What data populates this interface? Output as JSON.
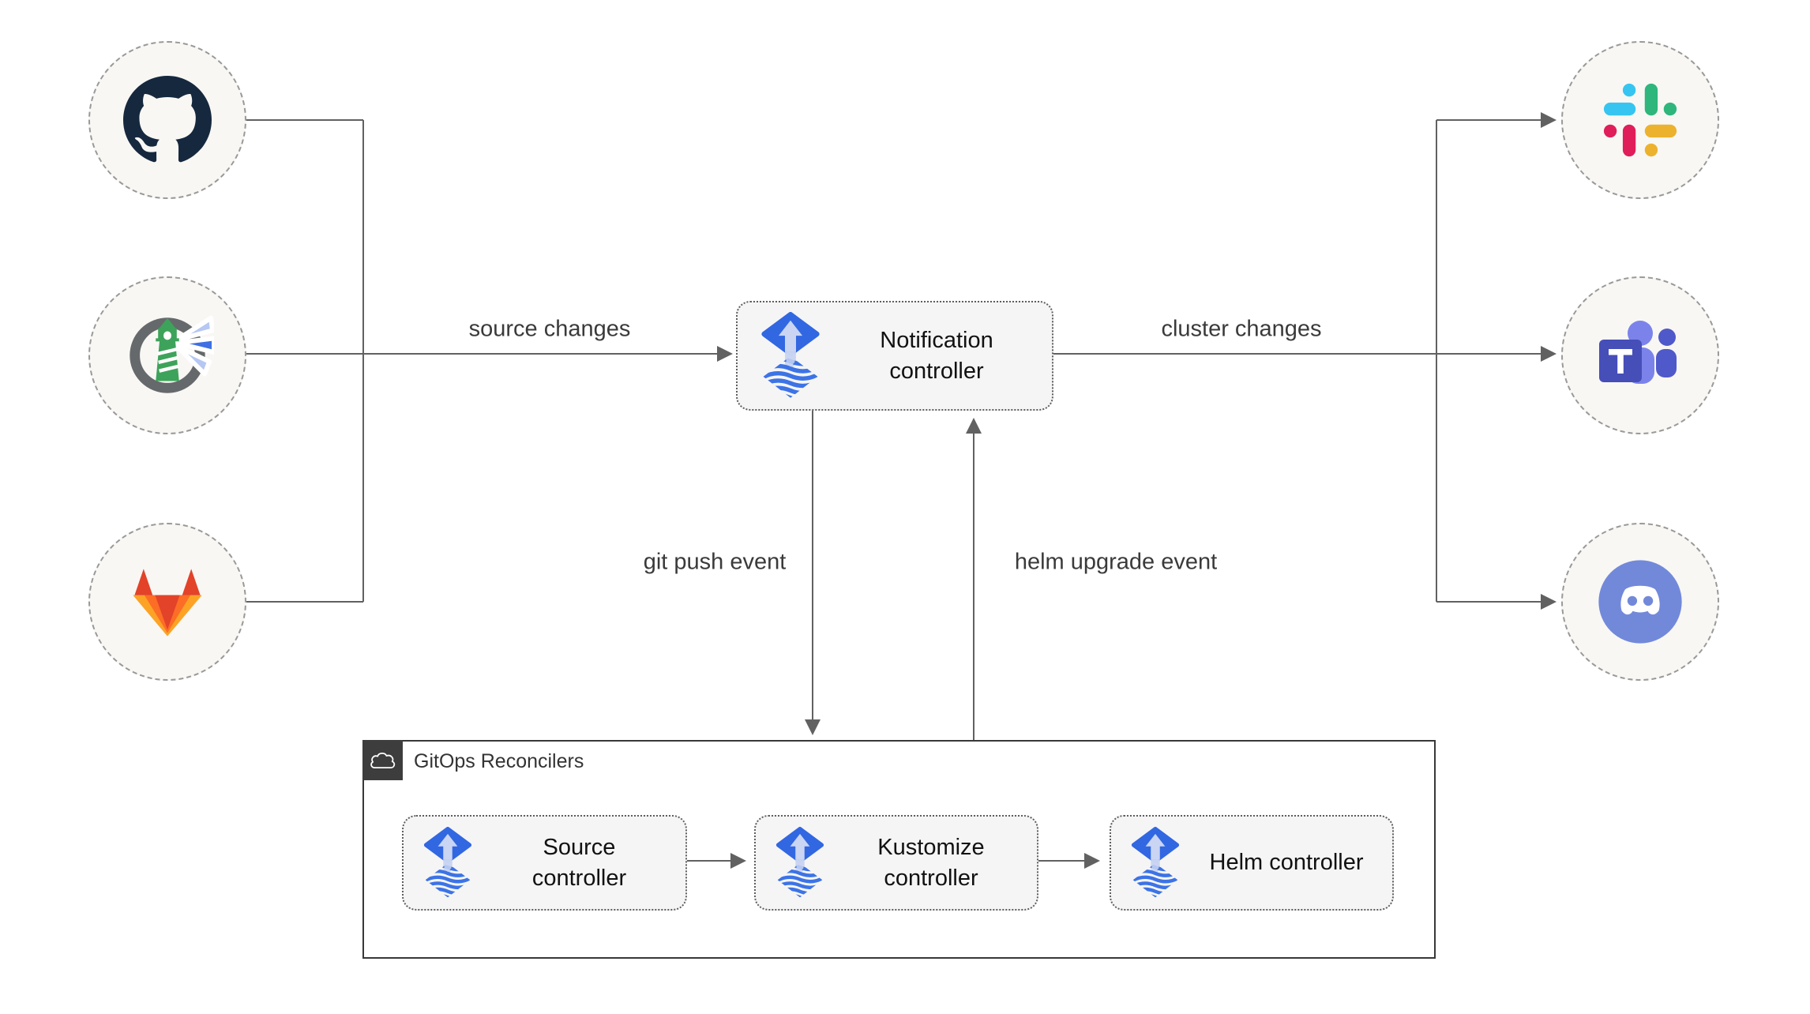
{
  "nodes": {
    "notification": {
      "label": "Notification controller"
    },
    "source": {
      "label": "Source controller"
    },
    "kustomize": {
      "label": "Kustomize controller"
    },
    "helm": {
      "label": "Helm controller"
    }
  },
  "container": {
    "label": "GitOps Reconcilers",
    "icon": "cloud-icon"
  },
  "edges": {
    "source_changes": "source changes",
    "cluster_changes": "cluster changes",
    "git_push_event": "git push event",
    "helm_upgrade_event": "helm upgrade event"
  },
  "source_icons": [
    "github-icon",
    "harbor-icon",
    "gitlab-icon"
  ],
  "target_icons": [
    "slack-icon",
    "teams-icon",
    "discord-icon"
  ],
  "colors": {
    "line": "#616161",
    "node_fill": "#f5f5f5",
    "node_border": "#5e5e5e",
    "circle_fill": "#f8f7f4",
    "circle_border": "#999999",
    "container_border": "#383838",
    "container_header_bg": "#3d3d3d",
    "flux_blue": "#3267e2",
    "flux_light_arrow": "#c9d5f2",
    "github_dark": "#16283e",
    "harbor_ring": "#66696b",
    "harbor_green": "#3da35a",
    "harbor_beam_blue": "#3f6fe3",
    "gitlab_red": "#e24329",
    "gitlab_orange": "#fc6d26",
    "gitlab_yellow": "#fca326",
    "slack_blue": "#36c5f0",
    "slack_green": "#2eb67d",
    "slack_yellow": "#ecb22e",
    "slack_red": "#e01e5a",
    "teams_tile": "#464eb8",
    "teams_light": "#7b83eb",
    "teams_dark": "#5059c9",
    "discord_blurple": "#7289da"
  }
}
